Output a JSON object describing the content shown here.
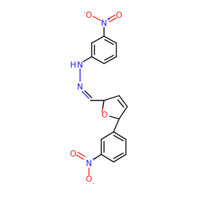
{
  "molecule": {
    "atoms": {
      "nitro_top_o_left": {
        "symbol": "O",
        "charge": "-",
        "color": "#ff2020"
      },
      "nitro_top_n": {
        "symbol": "N",
        "charge": "+",
        "color": "#2020ff"
      },
      "nitro_top_o_right": {
        "symbol": "O",
        "color": "#ff2020"
      },
      "hydrazone_nh": {
        "symbol": "N",
        "hydrogen": "H",
        "color": "#2020ff"
      },
      "hydrazone_n": {
        "symbol": "N",
        "color": "#2020ff"
      },
      "furan_o": {
        "symbol": "O",
        "color": "#ff2020"
      },
      "nitro_bottom_n": {
        "symbol": "N",
        "charge": "+",
        "color": "#2020ff"
      },
      "nitro_bottom_o_left": {
        "symbol": "O",
        "color": "#ff2020"
      },
      "nitro_bottom_o_down": {
        "symbol": "O",
        "charge": "-",
        "color": "#ff2020"
      }
    },
    "colors": {
      "bond": "#000000",
      "nitrogen": "#2020ff",
      "oxygen": "#ff2020",
      "background": "#ffffff"
    }
  }
}
